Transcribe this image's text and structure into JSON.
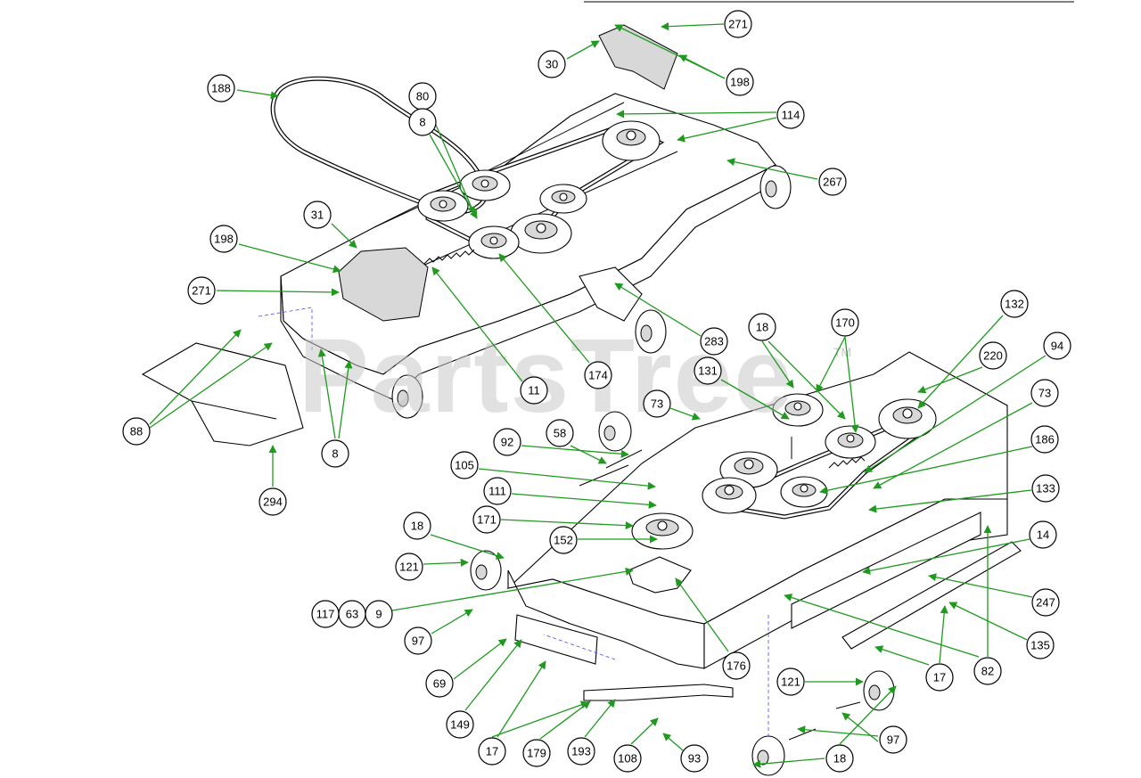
{
  "watermark": {
    "brand": "PartsTree",
    "trademark": "TM"
  },
  "callouts": [
    {
      "id": "c271a",
      "label": "271"
    },
    {
      "id": "c30",
      "label": "30"
    },
    {
      "id": "c198a",
      "label": "198"
    },
    {
      "id": "c188",
      "label": "188"
    },
    {
      "id": "c80",
      "label": "80"
    },
    {
      "id": "c114",
      "label": "114"
    },
    {
      "id": "c8a",
      "label": "8"
    },
    {
      "id": "c267",
      "label": "267"
    },
    {
      "id": "c31",
      "label": "31"
    },
    {
      "id": "c198b",
      "label": "198"
    },
    {
      "id": "c271b",
      "label": "271"
    },
    {
      "id": "c283",
      "label": "283"
    },
    {
      "id": "c174",
      "label": "174"
    },
    {
      "id": "c11",
      "label": "11"
    },
    {
      "id": "c88",
      "label": "88"
    },
    {
      "id": "c8b",
      "label": "8"
    },
    {
      "id": "c294",
      "label": "294"
    },
    {
      "id": "c18a",
      "label": "18"
    },
    {
      "id": "c170",
      "label": "170"
    },
    {
      "id": "c132",
      "label": "132"
    },
    {
      "id": "c131",
      "label": "131"
    },
    {
      "id": "c220",
      "label": "220"
    },
    {
      "id": "c94",
      "label": "94"
    },
    {
      "id": "c73a",
      "label": "73"
    },
    {
      "id": "c73b",
      "label": "73"
    },
    {
      "id": "c186",
      "label": "186"
    },
    {
      "id": "c58",
      "label": "58"
    },
    {
      "id": "c92",
      "label": "92"
    },
    {
      "id": "c105",
      "label": "105"
    },
    {
      "id": "c133",
      "label": "133"
    },
    {
      "id": "c111",
      "label": "111"
    },
    {
      "id": "c171",
      "label": "171"
    },
    {
      "id": "c18b",
      "label": "18"
    },
    {
      "id": "c152",
      "label": "152"
    },
    {
      "id": "c14",
      "label": "14"
    },
    {
      "id": "c121a",
      "label": "121"
    },
    {
      "id": "c117",
      "label": "117"
    },
    {
      "id": "c63",
      "label": "63"
    },
    {
      "id": "c9",
      "label": "9"
    },
    {
      "id": "c247",
      "label": "247"
    },
    {
      "id": "c97a",
      "label": "97"
    },
    {
      "id": "c135",
      "label": "135"
    },
    {
      "id": "c176",
      "label": "176"
    },
    {
      "id": "c69",
      "label": "69"
    },
    {
      "id": "c17a",
      "label": "17"
    },
    {
      "id": "c82",
      "label": "82"
    },
    {
      "id": "c121b",
      "label": "121"
    },
    {
      "id": "c149",
      "label": "149"
    },
    {
      "id": "c97b",
      "label": "97"
    },
    {
      "id": "c17b",
      "label": "17"
    },
    {
      "id": "c179",
      "label": "179"
    },
    {
      "id": "c193",
      "label": "193"
    },
    {
      "id": "c108",
      "label": "108"
    },
    {
      "id": "c93",
      "label": "93"
    },
    {
      "id": "c18c",
      "label": "18"
    }
  ]
}
